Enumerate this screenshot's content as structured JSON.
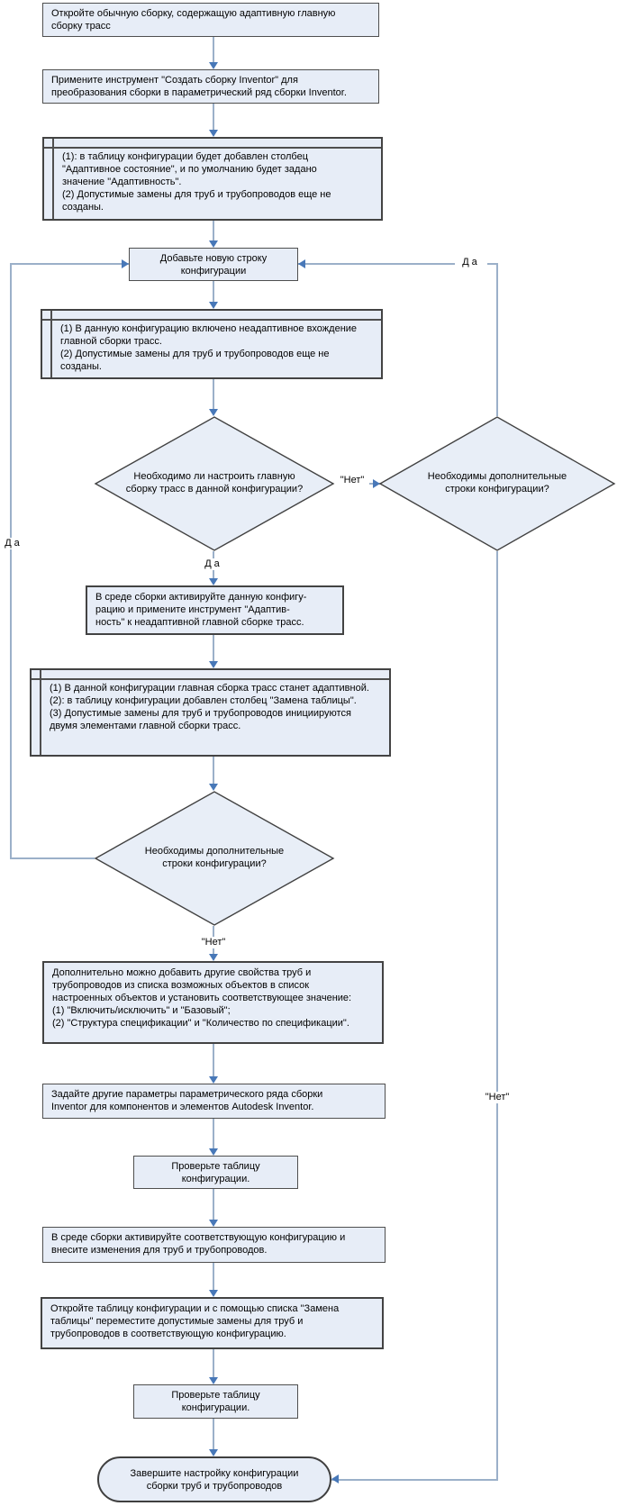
{
  "diagram_title": "Flowchart: configuring tube and pipe assembly configurations (Autodesk Inventor)",
  "colors": {
    "box_fill": "#e7edf7",
    "diamond_fill": "#e8eef7",
    "box_border": "#434343",
    "connector_line": "#9bb0c9",
    "arrowhead": "#4878b8",
    "text": "#000000",
    "background": "#ffffff"
  },
  "nodes": {
    "open_assembly": {
      "text": "Откройте обычную сборку, содержащую адаптивную главную\nсборку трасс"
    },
    "apply_tool": {
      "text": "Примените инструмент \"Создать сборку Inventor\" для\nпреобразования сборки в параметрический ряд сборки Inventor."
    },
    "note_adaptive_state": {
      "text": "(1): в таблицу конфигурации будет добавлен столбец\n\"Адаптивное состояние\", и по умолчанию будет задано\nзначение \"Адаптивность\".\n(2) Допустимые замены для труб и трубопроводов еще не\nсозданы."
    },
    "add_row": {
      "text": "Добавьте новую строку\nконфигурации"
    },
    "note_nonadaptive": {
      "text": "(1) В данную конфигурацию включено неадаптивное вхождение\nглавной сборки трасс.\n(2) Допустимые замены для труб и трубопроводов еще не\nсозданы."
    },
    "decision_configure_main": {
      "text": "Необходимо ли настроить главную\nсборку трасс в данной конфигурации?"
    },
    "decision_more_rows_right": {
      "text": "Необходимы дополнительные\nстроки конфигурации?"
    },
    "activate_adaptivity": {
      "text": "В среде сборки активируйте данную конфигу-\nрацию и примените инструмент \"Адаптив-\nность\" к неадаптивной главной сборке трасс."
    },
    "note_adaptive_result": {
      "text": "(1) В данной конфигурации главная сборка трасс станет адаптивной.\n(2): в таблицу конфигурации добавлен столбец \"Замена таблицы\".\n(3) Допустимые замены для труб и трубопроводов инициируются\nдвумя элементами главной сборки трасс."
    },
    "decision_more_rows": {
      "text": "Необходимы дополнительные\nстроки конфигурации?"
    },
    "add_properties": {
      "text": "Дополнительно можно добавить другие свойства труб и\nтрубопроводов из списка возможных объектов в список\nнастроенных объектов и установить соответствующее значение:\n(1) \"Включить/исключить\" и \"Базовый\";\n(2) \"Структура спецификации\" и \"Количество по спецификации\"."
    },
    "set_other_params": {
      "text": "Задайте другие параметры параметрического ряда сборки\nInventor для компонентов и элементов Autodesk Inventor."
    },
    "check_table_1": {
      "text": "Проверьте таблицу\nконфигурации."
    },
    "activate_config": {
      "text": "В среде сборки активируйте соответствующую конфигурацию и\nвнесите изменения для труб и трубопроводов."
    },
    "open_table_substitute": {
      "text": "Откройте таблицу конфигурации и с помощью списка \"Замена\nтаблицы\" переместите допустимые замены для труб и\nтрубопроводов в соответствующую конфигурацию."
    },
    "check_table_2": {
      "text": "Проверьте таблицу\nконфигурации."
    },
    "finish": {
      "text": "Завершите настройку конфигурации\nсборки труб и трубопроводов"
    }
  },
  "labels": {
    "yes_below_decision1": "Да",
    "no_between_decisions": "\"Нет\"",
    "yes_right_loop": "Да",
    "no_right_branch": "\"Нет\"",
    "yes_left_loop": "Да",
    "no_below_decision2": "\"Нет\""
  }
}
